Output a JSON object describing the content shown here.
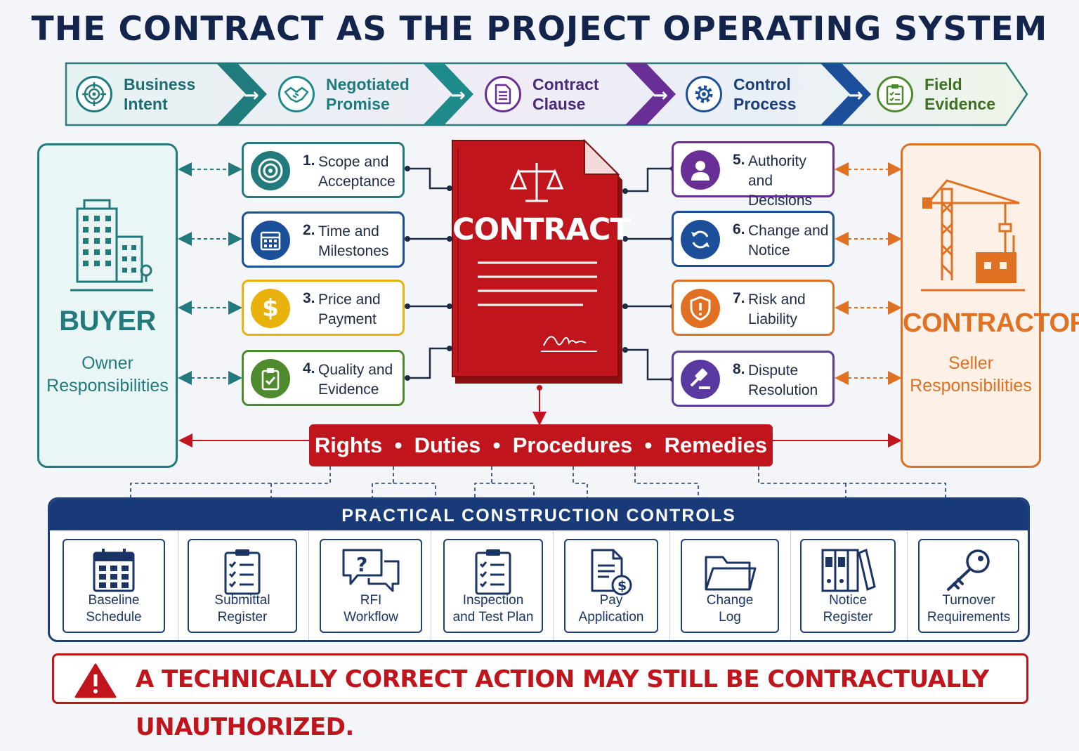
{
  "title": "THE CONTRACT AS THE PROJECT OPERATING SYSTEM",
  "flow": [
    {
      "label": "Business\nIntent",
      "icon": "target-icon",
      "color": "#1f7b7c"
    },
    {
      "label": "Negotiated\nPromise",
      "icon": "handshake-icon",
      "color": "#1f8a8a"
    },
    {
      "label": "Contract\nClause",
      "icon": "document-icon",
      "color": "#6a2f96"
    },
    {
      "label": "Control\nProcess",
      "icon": "gear-icon",
      "color": "#1c4f9a"
    },
    {
      "label": "Field\nEvidence",
      "icon": "clipboard-check-icon",
      "color": "#4f8a2e"
    }
  ],
  "buyer": {
    "name": "BUYER",
    "role": "Owner\nResponsibilities",
    "icon": "office-building-icon",
    "color": "#237a7c"
  },
  "contractor": {
    "name": "CONTRACTOR",
    "role": "Seller\nResponsibilities",
    "icon": "crane-icon",
    "color": "#e07022"
  },
  "contract": {
    "label": "CONTRACT",
    "icon": "scales-icon",
    "color": "#c0151c"
  },
  "clauses": [
    {
      "num": "1.",
      "text": "Scope and\nAcceptance",
      "icon": "target-icon",
      "color": "#237a7c"
    },
    {
      "num": "2.",
      "text": "Time and\nMilestones",
      "icon": "calendar-icon",
      "color": "#1c4f9a"
    },
    {
      "num": "3.",
      "text": "Price and\nPayment",
      "icon": "dollar-icon",
      "color": "#e8b10c"
    },
    {
      "num": "4.",
      "text": "Quality and\nEvidence",
      "icon": "clipboard-check-icon",
      "color": "#4f8a2e"
    },
    {
      "num": "5.",
      "text": "Authority and\nDecisions",
      "icon": "person-icon",
      "color": "#6a2f96"
    },
    {
      "num": "6.",
      "text": "Change and\nNotice",
      "icon": "refresh-icon",
      "color": "#1c4f9a"
    },
    {
      "num": "7.",
      "text": "Risk and\nLiability",
      "icon": "shield-alert-icon",
      "color": "#e07022"
    },
    {
      "num": "8.",
      "text": "Dispute\nResolution",
      "icon": "gavel-icon",
      "color": "#5a3aa0"
    }
  ],
  "rights_bar": [
    "Rights",
    "Duties",
    "Procedures",
    "Remedies"
  ],
  "controls": {
    "heading": "PRACTICAL CONSTRUCTION CONTROLS",
    "items": [
      {
        "label": "Baseline\nSchedule",
        "icon": "calendar-icon"
      },
      {
        "label": "Submittal\nRegister",
        "icon": "checklist-icon"
      },
      {
        "label": "RFI\nWorkflow",
        "icon": "question-chat-icon"
      },
      {
        "label": "Inspection\nand Test Plan",
        "icon": "clipboard-checklist-icon"
      },
      {
        "label": "Pay\nApplication",
        "icon": "invoice-dollar-icon"
      },
      {
        "label": "Change\nLog",
        "icon": "folder-icon"
      },
      {
        "label": "Notice\nRegister",
        "icon": "binders-icon"
      },
      {
        "label": "Turnover\nRequirements",
        "icon": "key-icon"
      }
    ]
  },
  "warning": {
    "text": "A TECHNICALLY CORRECT ACTION MAY STILL BE CONTRACTUALLY UNAUTHORIZED.",
    "icon": "warning-triangle-icon"
  }
}
